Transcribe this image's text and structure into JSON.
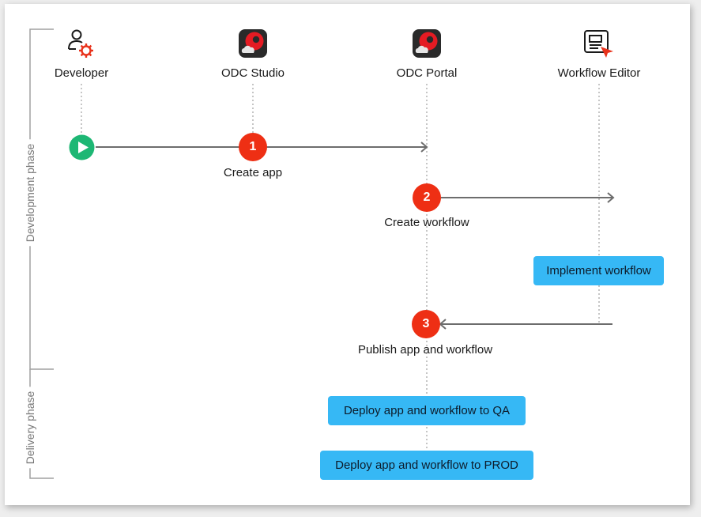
{
  "actors": [
    {
      "id": "developer",
      "label": "Developer",
      "icon": "developer-gear-icon"
    },
    {
      "id": "odc-studio",
      "label": "ODC Studio",
      "icon": "odc-studio-logo-icon"
    },
    {
      "id": "odc-portal",
      "label": "ODC Portal",
      "icon": "odc-portal-logo-icon"
    },
    {
      "id": "workflow-editor",
      "label": "Workflow Editor",
      "icon": "workflow-editor-icon"
    }
  ],
  "phases": {
    "development": "Development phase",
    "delivery": "Delivery phase"
  },
  "steps": [
    {
      "number": "1",
      "label": "Create app"
    },
    {
      "number": "2",
      "label": "Create workflow"
    },
    {
      "number": "3",
      "label": "Publish app and workflow"
    }
  ],
  "notes": {
    "implement": "Implement workflow",
    "deploy_qa": "Deploy app and workflow to QA",
    "deploy_prod": "Deploy app and workflow to PROD"
  },
  "colors": {
    "step_red": "#ee2f14",
    "note_blue": "#36b8f5",
    "start_green": "#1db774",
    "arrow_gray": "#6d6d6d",
    "lifeline_gray": "#a0a0a0"
  }
}
